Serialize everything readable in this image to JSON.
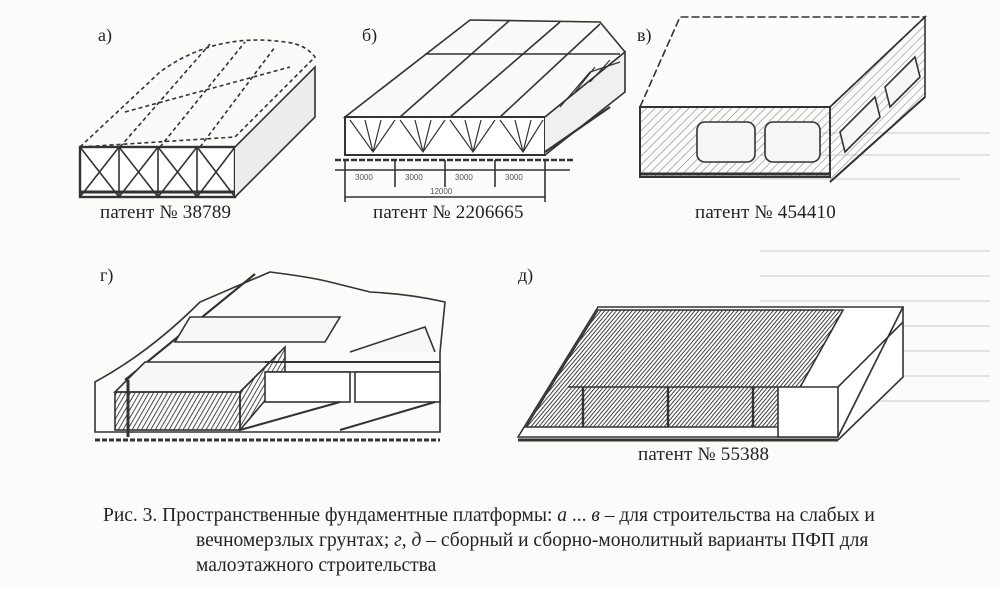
{
  "figure": {
    "panels": [
      {
        "id": "a",
        "label": "а)",
        "patent": "патент № 38789"
      },
      {
        "id": "b",
        "label": "б)",
        "patent": "патент № 2206665"
      },
      {
        "id": "v",
        "label": "в)",
        "patent": "патент № 454410"
      },
      {
        "id": "g",
        "label": "г)",
        "patent": ""
      },
      {
        "id": "d",
        "label": "д)",
        "patent": "патент № 55388"
      }
    ],
    "caption": {
      "prefix": "Рис. 3. Пространственные фундаментные платформы: ",
      "range_a": "а",
      "range_sep": " ... ",
      "range_v": "в",
      "part1": " – для строительства на слабых и",
      "part2_start": "вечномерзлых грунтах; ",
      "g": "г",
      "comma": ", ",
      "d": "д",
      "part2_end": " – сборный и сборно-монолитный варианты ПФП для",
      "part3": "малоэтажного строительства"
    }
  }
}
